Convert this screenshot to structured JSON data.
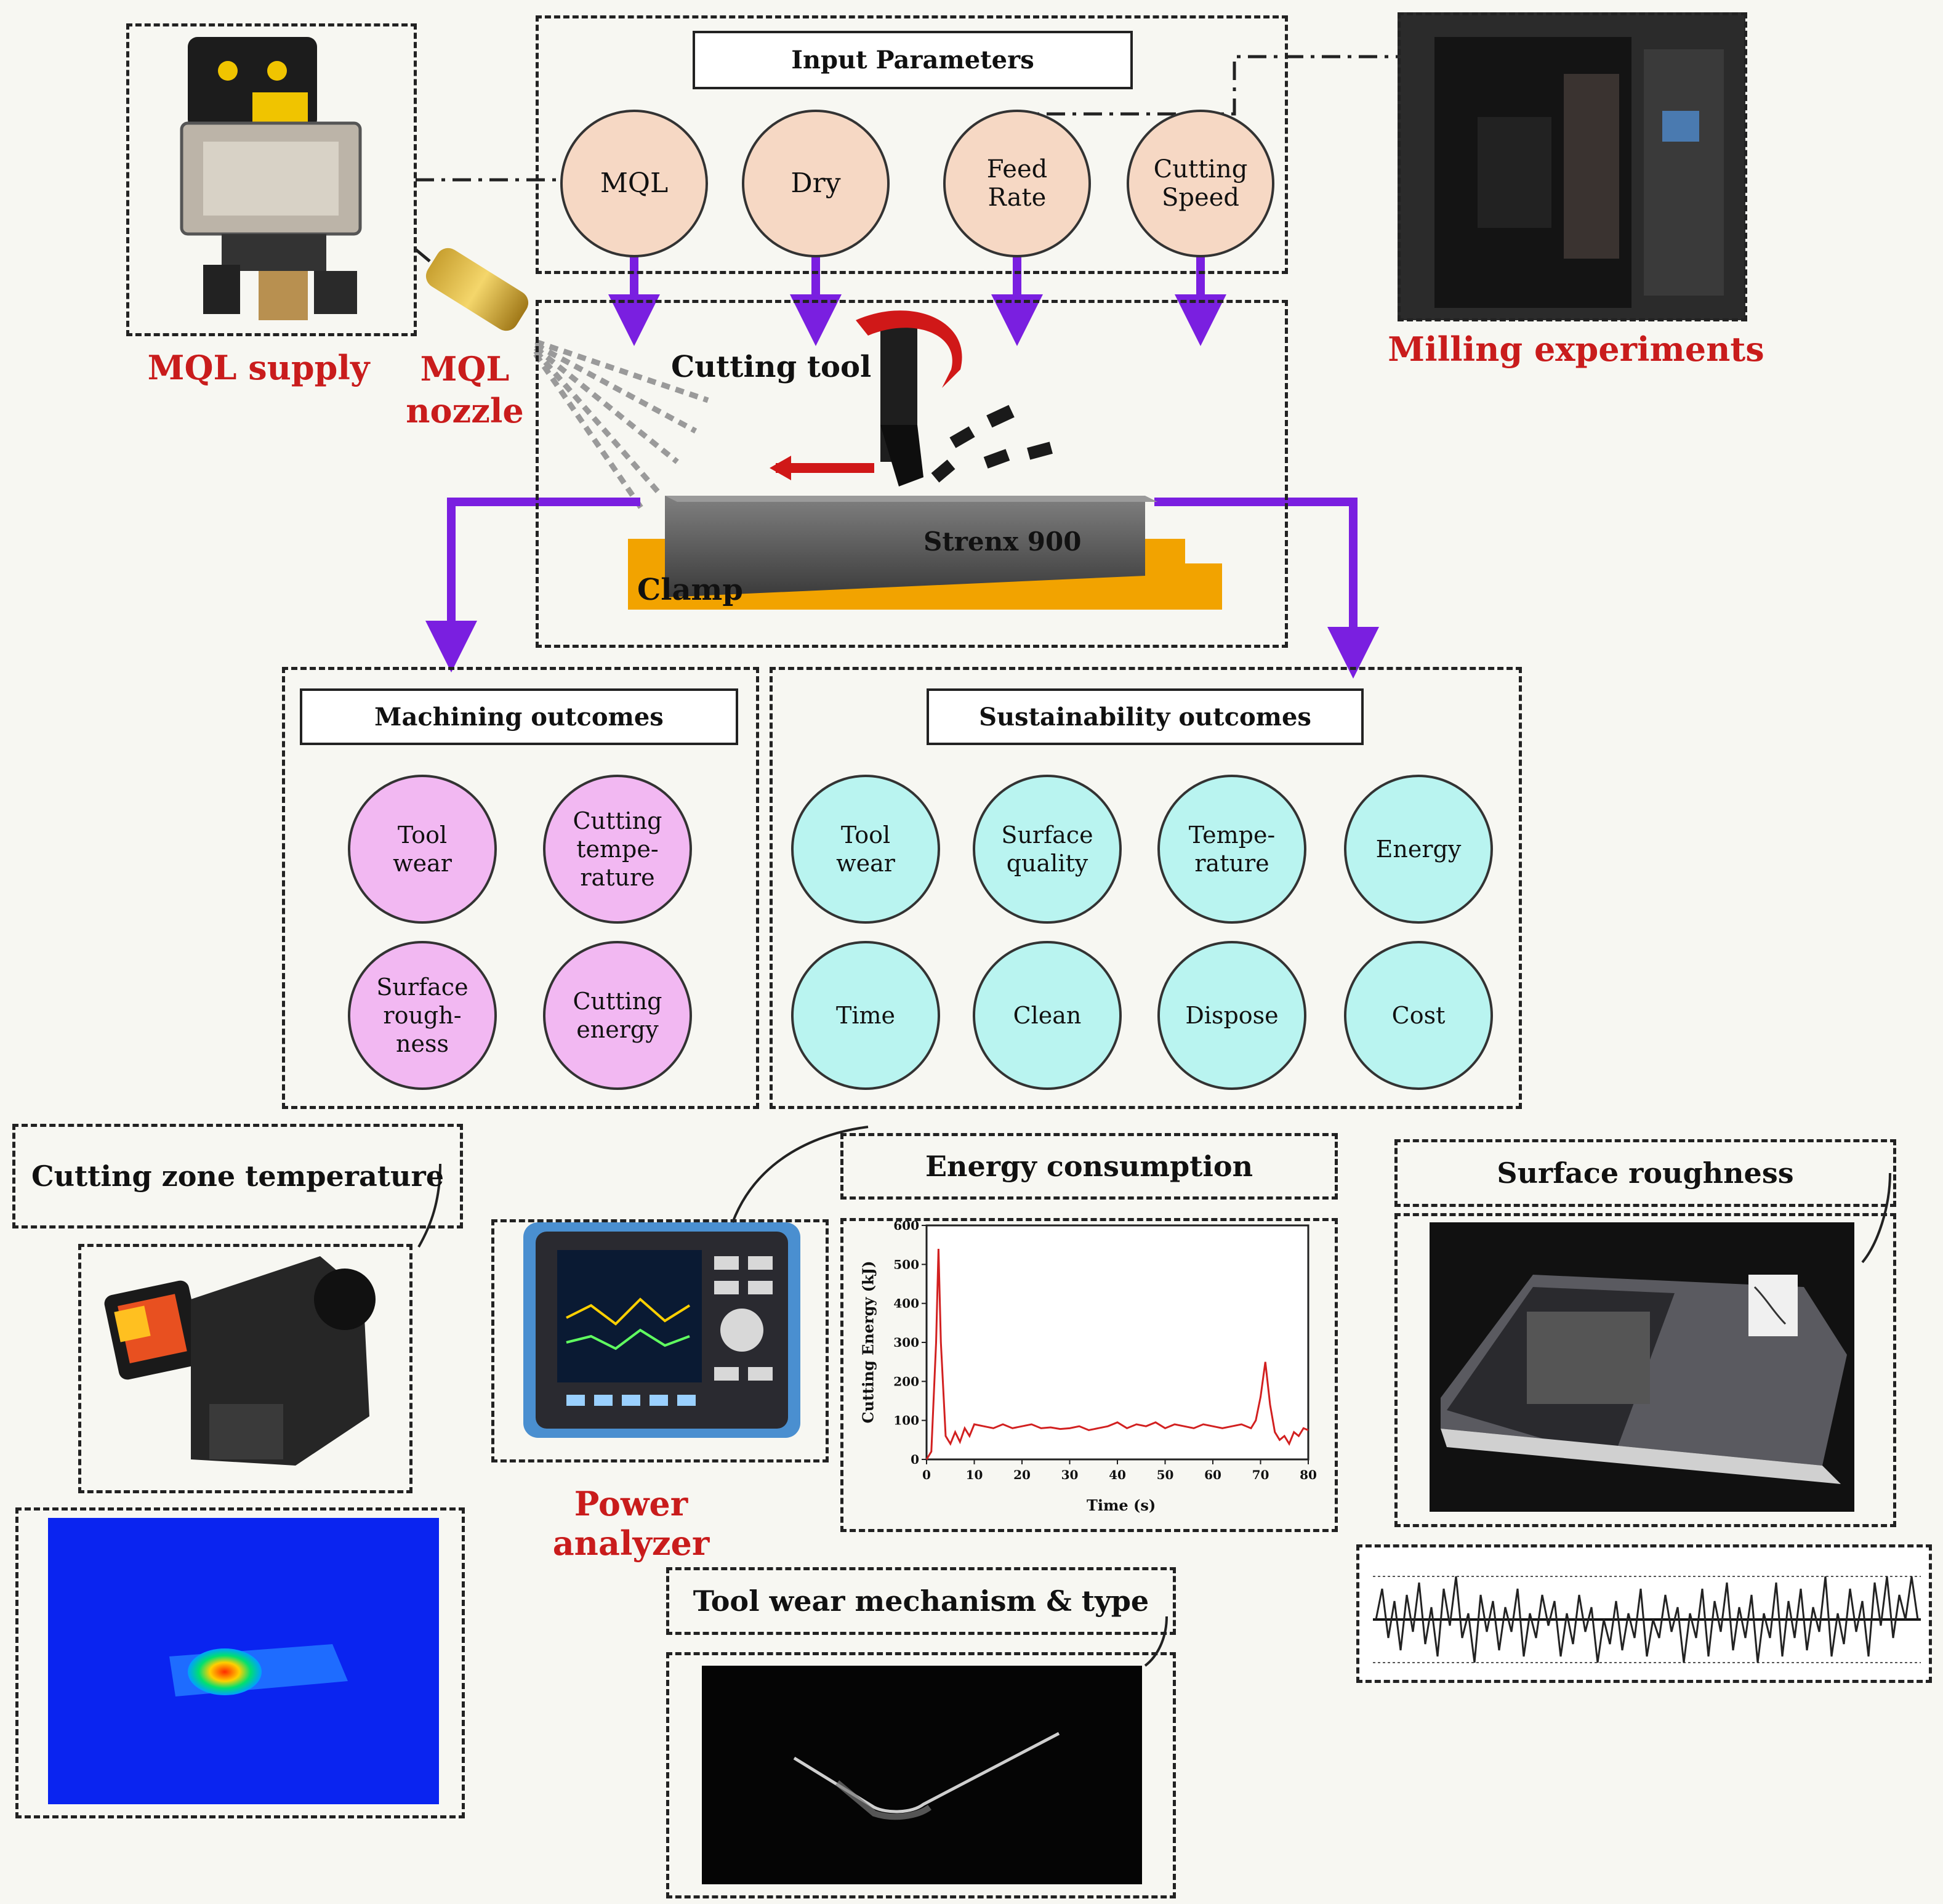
{
  "input_parameters": {
    "title": "Input Parameters",
    "items": [
      "MQL",
      "Dry",
      "Feed\nRate",
      "Cutting\nSpeed"
    ]
  },
  "labels": {
    "mql_supply": "MQL supply",
    "mql_nozzle": "MQL\nnozzle",
    "milling_experiments": "Milling experiments",
    "cutting_tool": "Cutting tool",
    "workpiece": "Strenx 900",
    "clamp": "Clamp",
    "power_analyzer": "Power analyzer"
  },
  "machining_outcomes": {
    "title": "Machining outcomes",
    "items": [
      "Tool\nwear",
      "Cutting\ntempe-\nrature",
      "Surface\nrough-\nness",
      "Cutting\nenergy"
    ]
  },
  "sustainability_outcomes": {
    "title": "Sustainability outcomes",
    "items": [
      "Tool\nwear",
      "Surface\nquality",
      "Tempe-\nrature",
      "Energy",
      "Time",
      "Clean",
      "Dispose",
      "Cost"
    ]
  },
  "panels": {
    "cutting_zone_temperature": "Cutting zone temperature",
    "energy_consumption": "Energy consumption",
    "surface_roughness": "Surface roughness",
    "tool_wear": "Tool wear mechanism & type"
  },
  "chart_data": {
    "type": "line",
    "xlabel": "Time (s)",
    "ylabel": "Cutting Energy (kJ)",
    "xlim": [
      0,
      80
    ],
    "ylim": [
      0,
      600
    ],
    "xticks": [
      0,
      10,
      20,
      30,
      40,
      50,
      60,
      70,
      80
    ],
    "yticks": [
      0,
      100,
      200,
      300,
      400,
      500,
      600
    ],
    "series": [
      {
        "color": "#d22020",
        "x": [
          0,
          1,
          2,
          2.5,
          3,
          4,
          5,
          6,
          7,
          8,
          9,
          10,
          12,
          14,
          16,
          18,
          20,
          22,
          24,
          26,
          28,
          30,
          32,
          34,
          36,
          38,
          40,
          42,
          44,
          46,
          48,
          50,
          52,
          54,
          56,
          58,
          60,
          62,
          64,
          66,
          68,
          69,
          70,
          71,
          72,
          73,
          74,
          75,
          76,
          77,
          78,
          79,
          80
        ],
        "y": [
          0,
          20,
          300,
          540,
          300,
          60,
          40,
          70,
          45,
          80,
          60,
          90,
          85,
          80,
          90,
          80,
          85,
          90,
          80,
          82,
          78,
          80,
          85,
          75,
          80,
          85,
          95,
          80,
          90,
          85,
          95,
          80,
          90,
          85,
          80,
          90,
          85,
          80,
          85,
          90,
          80,
          100,
          160,
          250,
          140,
          70,
          50,
          60,
          40,
          70,
          60,
          80,
          75
        ]
      }
    ]
  },
  "colors": {
    "arrow": "#7a1fe0",
    "red": "#c91c1c",
    "clamp": "#f2a300"
  }
}
